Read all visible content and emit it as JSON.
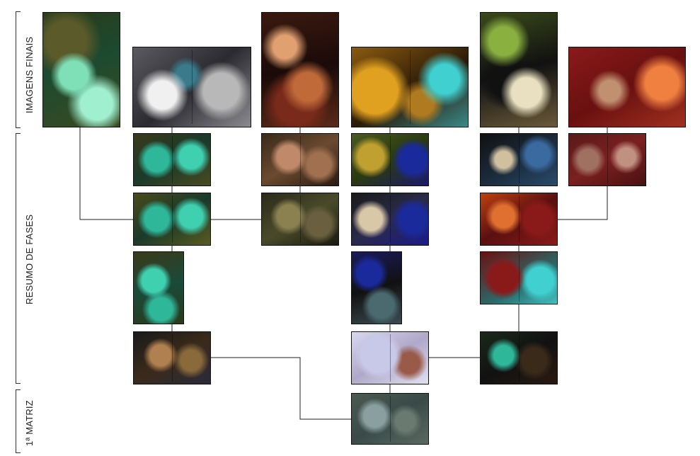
{
  "labels": {
    "final_images": "IMAGENS FINAIS",
    "phase_summary": "RESUMO DE FASES",
    "first_matrix": "1ª MATRIZ"
  },
  "palette": {
    "teal": "#2fb79a",
    "mint": "#7fe0b8",
    "olive": "#5a5a2a",
    "copper": "#b0703a",
    "rust": "#7a2a1a",
    "amber": "#e0a020",
    "cobalt": "#1a2a9a",
    "crimson": "#8a1a1a",
    "slate": "#4a5a60",
    "lavender": "#c8c8e8",
    "cyan": "#40d0d0",
    "black": "#111111"
  }
}
